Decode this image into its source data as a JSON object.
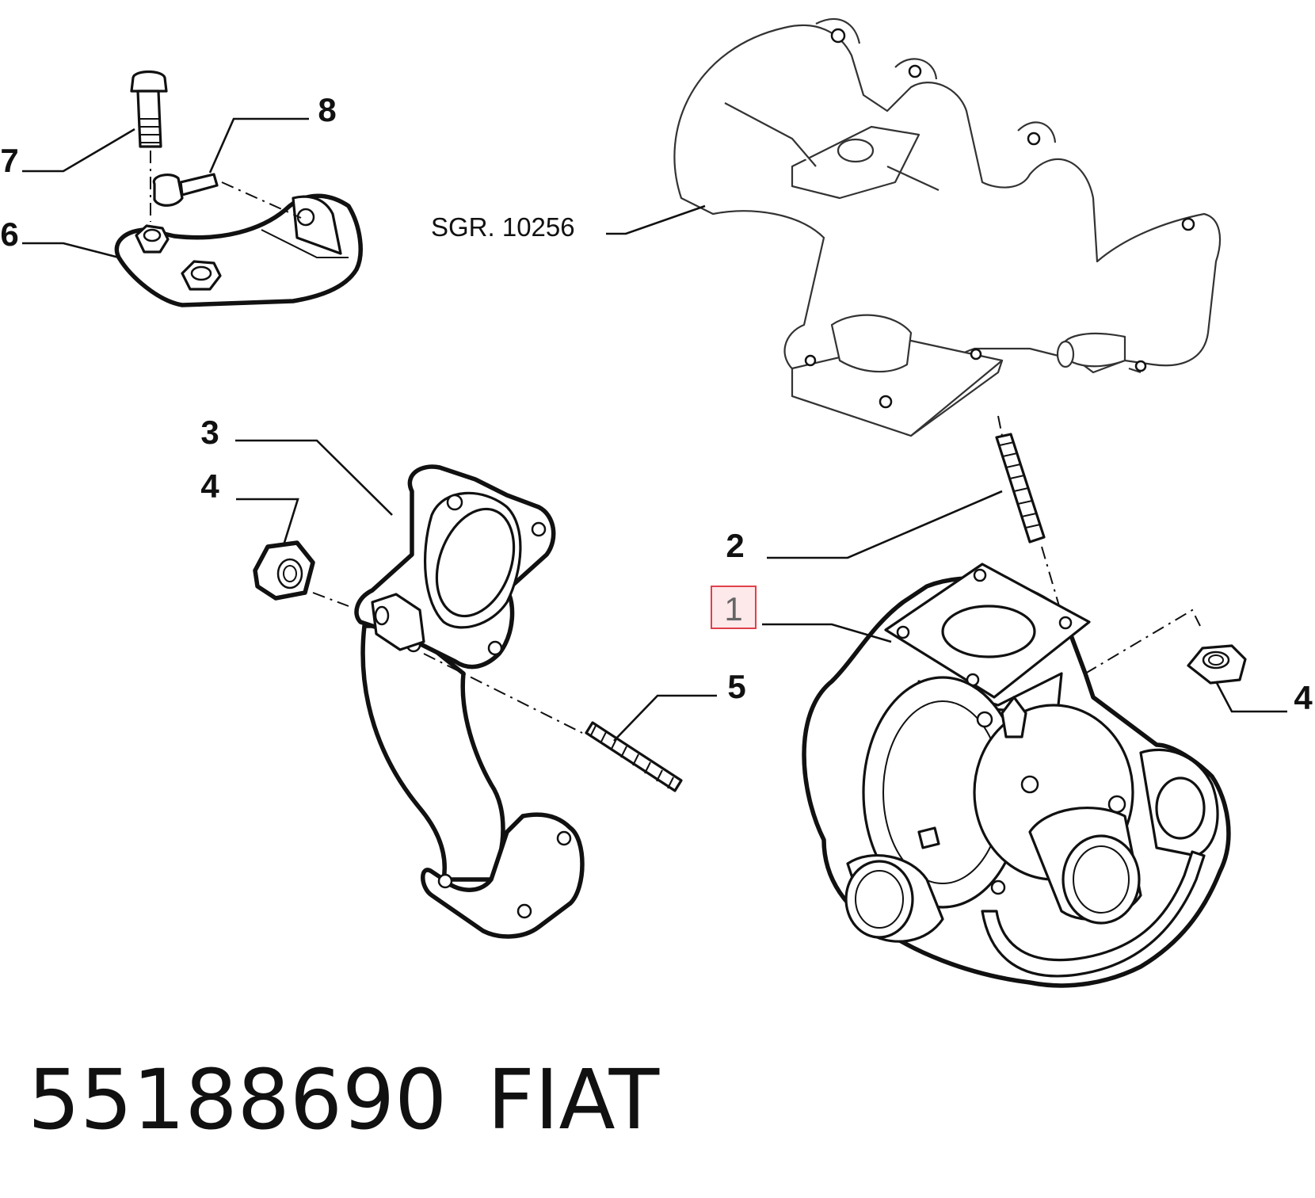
{
  "diagram": {
    "labels": {
      "item_1": "1",
      "item_2": "2",
      "item_3": "3",
      "item_4_left": "4",
      "item_4_right": "4",
      "item_5": "5",
      "item_6": "6",
      "item_7": "7",
      "item_8": "8"
    },
    "reference_label": "SGR. 10256",
    "highlighted_item": "1",
    "highlight_color": "#e0404a",
    "highlight_fill": "#fde8ea"
  },
  "footer": {
    "part_number": "55188690",
    "brand": "FIAT"
  }
}
